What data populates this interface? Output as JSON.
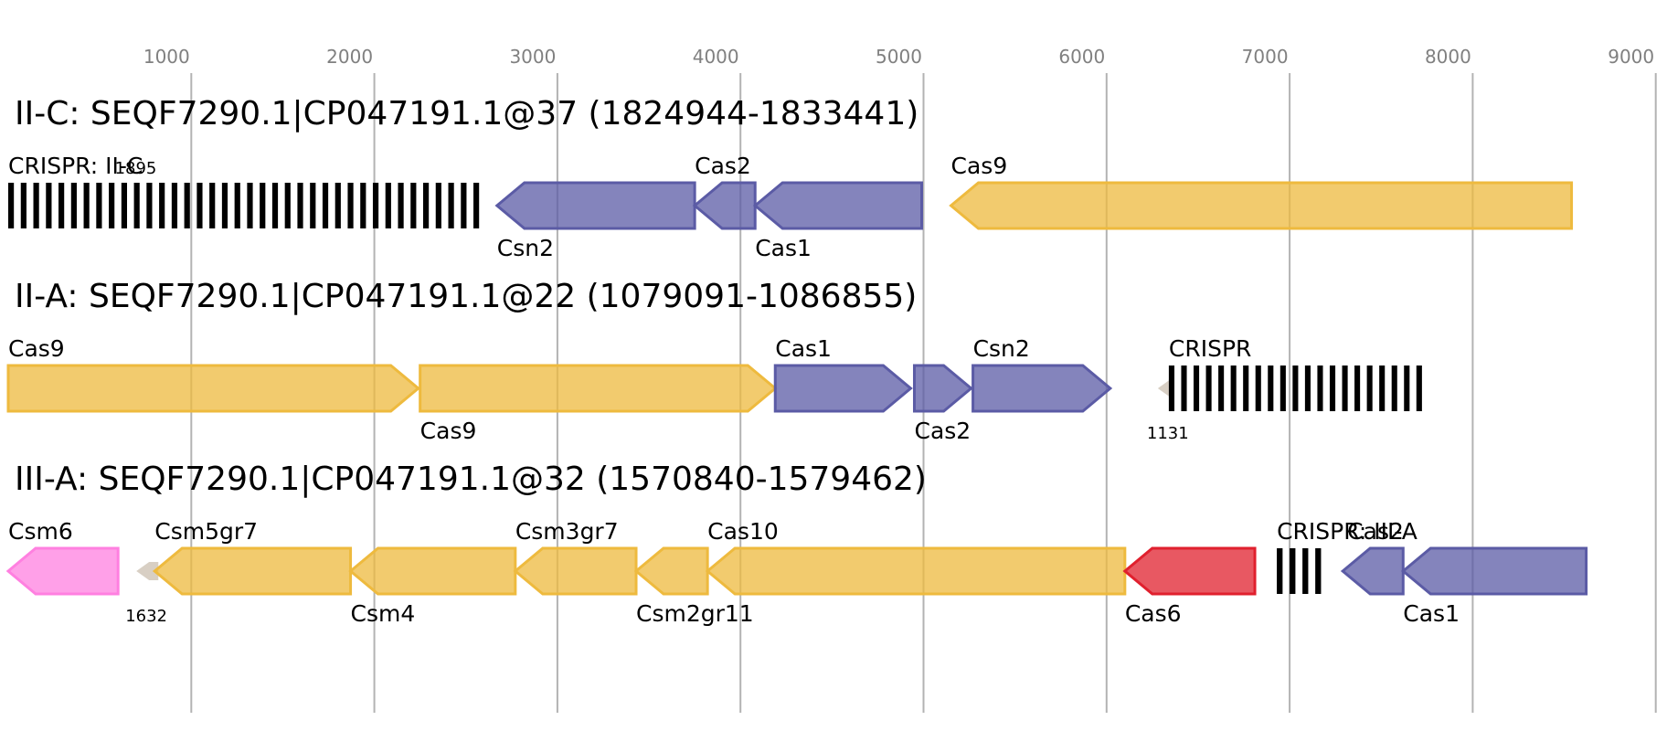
{
  "axis": {
    "ticks": [
      {
        "value": 1000,
        "label": "1000"
      },
      {
        "value": 2000,
        "label": "2000"
      },
      {
        "value": 3000,
        "label": "3000"
      },
      {
        "value": 4000,
        "label": "4000"
      },
      {
        "value": 5000,
        "label": "5000"
      },
      {
        "value": 6000,
        "label": "6000"
      },
      {
        "value": 7000,
        "label": "7000"
      },
      {
        "value": 8000,
        "label": "8000"
      },
      {
        "value": 9000,
        "label": "9000"
      }
    ]
  },
  "colors": {
    "class2_effector": "#EEBA3E",
    "adaptation": "#5B5BA5",
    "csm6": "#FF80E0",
    "cas6": "#E0202E",
    "small_feature": "#D8CFC4",
    "crispr_array": "#000000"
  },
  "tracks": [
    {
      "title": "II-C: SEQF7290.1|CP047191.1@37 (1824944-1833441)",
      "features": [
        {
          "kind": "crispr",
          "name": "CRISPR: II-C",
          "start": 0,
          "end": 2610,
          "repeats": 38,
          "label_pos": "top"
        },
        {
          "kind": "text",
          "name": "1895",
          "at": 582,
          "label_pos": "top-small"
        },
        {
          "kind": "gene",
          "name": "Csn2",
          "start": 2670,
          "end": 3750,
          "strand": "-",
          "color": "adaptation",
          "label_pos": "bottom"
        },
        {
          "kind": "gene",
          "name": "Cas2",
          "start": 3750,
          "end": 4080,
          "strand": "-",
          "color": "adaptation",
          "label_pos": "top"
        },
        {
          "kind": "gene",
          "name": "Cas1",
          "start": 4080,
          "end": 4990,
          "strand": "-",
          "color": "adaptation",
          "label_pos": "bottom"
        },
        {
          "kind": "gene",
          "name": "Cas9",
          "start": 5150,
          "end": 8540,
          "strand": "-",
          "color": "class2_effector",
          "label_pos": "top"
        }
      ]
    },
    {
      "title": "II-A: SEQF7290.1|CP047191.1@22 (1079091-1086855)",
      "features": [
        {
          "kind": "gene",
          "name": "Cas9",
          "start": 0,
          "end": 2240,
          "strand": "+",
          "color": "class2_effector",
          "label_pos": "top"
        },
        {
          "kind": "gene",
          "name": "Cas9",
          "start": 2250,
          "end": 4190,
          "strand": "+",
          "color": "class2_effector",
          "label_pos": "bottom"
        },
        {
          "kind": "gene",
          "name": "Cas1",
          "start": 4190,
          "end": 4930,
          "strand": "+",
          "color": "adaptation",
          "label_pos": "top"
        },
        {
          "kind": "gene",
          "name": "Cas2",
          "start": 4950,
          "end": 5260,
          "strand": "+",
          "color": "adaptation",
          "label_pos": "bottom"
        },
        {
          "kind": "gene",
          "name": "Csn2",
          "start": 5270,
          "end": 6020,
          "strand": "+",
          "color": "adaptation",
          "label_pos": "top"
        },
        {
          "kind": "small",
          "name": "1131",
          "start": 6280,
          "end": 6340,
          "strand": "-",
          "color": "small_feature",
          "label_pos": "bottom-small"
        },
        {
          "kind": "crispr",
          "name": "CRISPR",
          "start": 6340,
          "end": 7760,
          "repeats": 21,
          "label_pos": "top"
        }
      ]
    },
    {
      "title": "III-A: SEQF7290.1|CP047191.1@32 (1570840-1579462)",
      "features": [
        {
          "kind": "gene",
          "name": "Csm6",
          "start": 0,
          "end": 600,
          "strand": "-",
          "color": "csm6",
          "label_pos": "top"
        },
        {
          "kind": "small",
          "name": "1632",
          "start": 700,
          "end": 820,
          "strand": "-",
          "color": "small_feature",
          "label_pos": "bottom-small"
        },
        {
          "kind": "gene",
          "name": "Csm5gr7",
          "start": 800,
          "end": 1870,
          "strand": "-",
          "color": "class2_effector",
          "label_pos": "top"
        },
        {
          "kind": "gene",
          "name": "Csm4",
          "start": 1870,
          "end": 2770,
          "strand": "-",
          "color": "class2_effector",
          "label_pos": "bottom"
        },
        {
          "kind": "gene",
          "name": "Csm3gr7",
          "start": 2770,
          "end": 3430,
          "strand": "-",
          "color": "class2_effector",
          "label_pos": "top"
        },
        {
          "kind": "gene",
          "name": "Csm2gr11",
          "start": 3430,
          "end": 3820,
          "strand": "-",
          "color": "class2_effector",
          "label_pos": "bottom"
        },
        {
          "kind": "gene",
          "name": "Cas10",
          "start": 3820,
          "end": 6100,
          "strand": "-",
          "color": "class2_effector",
          "label_pos": "top"
        },
        {
          "kind": "gene",
          "name": "Cas6",
          "start": 6100,
          "end": 6810,
          "strand": "-",
          "color": "cas6",
          "label_pos": "bottom"
        },
        {
          "kind": "crispr",
          "name": "CRISPR: III-A",
          "start": 6930,
          "end": 7210,
          "repeats": 4,
          "label_pos": "top"
        },
        {
          "kind": "gene",
          "name": "Cas2",
          "start": 7290,
          "end": 7620,
          "strand": "-",
          "color": "adaptation",
          "label_pos": "top-right"
        },
        {
          "kind": "gene",
          "name": "Cas1",
          "start": 7620,
          "end": 8620,
          "strand": "-",
          "color": "adaptation",
          "label_pos": "bottom"
        }
      ]
    }
  ]
}
